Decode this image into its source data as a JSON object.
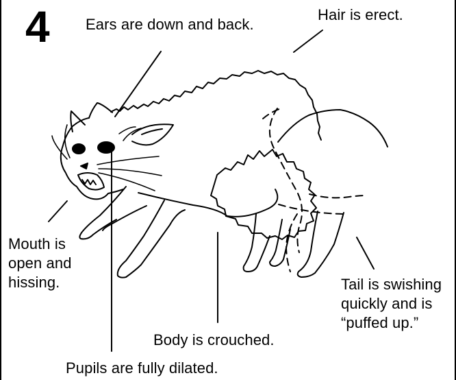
{
  "figure": {
    "step_number": "4",
    "labels": {
      "ears": "Ears are down and back.",
      "hair": "Hair is erect.",
      "mouth": "Mouth is\nopen and\nhissing.",
      "tail": "Tail is swishing\nquickly and is\n“puffed up.”",
      "body": "Body is crouched.",
      "pupils": "Pupils are fully dilated."
    }
  }
}
